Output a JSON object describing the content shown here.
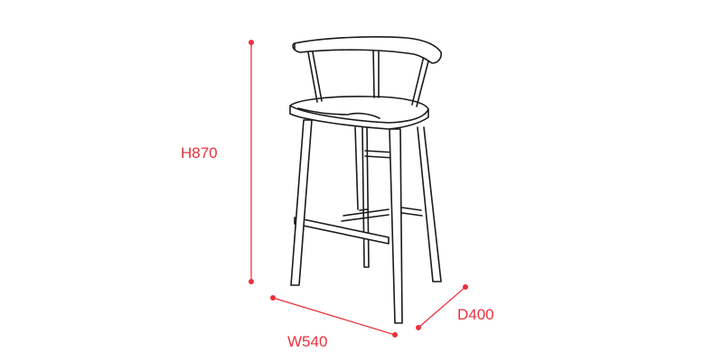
{
  "dimensions": {
    "height_label": "H870",
    "width_label": "W540",
    "depth_label": "D400"
  },
  "colors": {
    "dimension": "#e8323c",
    "drawing": "#1a1a1a"
  }
}
